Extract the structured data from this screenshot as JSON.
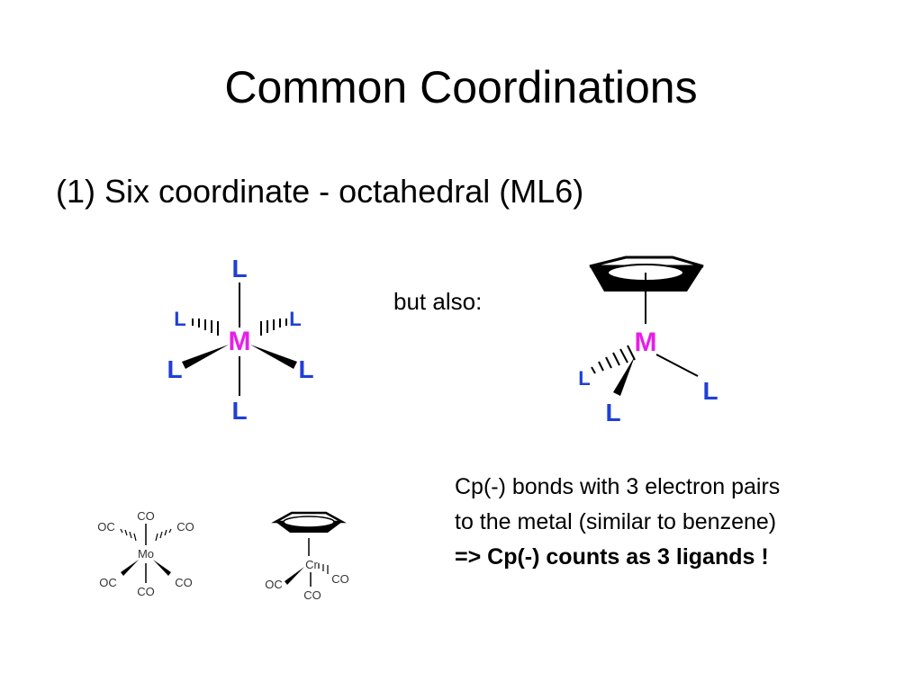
{
  "slide": {
    "title": "Common Coordinations",
    "bullet": "(1) Six coordinate - octahedral (ML6)",
    "but_also": "but also:",
    "note_lines": [
      "Cp(-) bonds with 3 electron pairs",
      "to the metal (similar to benzene)"
    ],
    "note_bold": "=> Cp(-) counts as 3 ligands !"
  },
  "octahedral": {
    "metal": "M",
    "ligand": "L"
  },
  "cp_complex": {
    "metal": "M",
    "ligand": "L"
  },
  "mo_complex": {
    "metal": "Mo",
    "ligand": "CO",
    "ligand_left": "OC"
  },
  "cr_complex": {
    "metal": "Cr",
    "ligand": "CO",
    "ligand_left": "OC"
  },
  "colors": {
    "ligand": "#1f3fd6",
    "metal": "#e81ee8",
    "bond": "#000000"
  }
}
